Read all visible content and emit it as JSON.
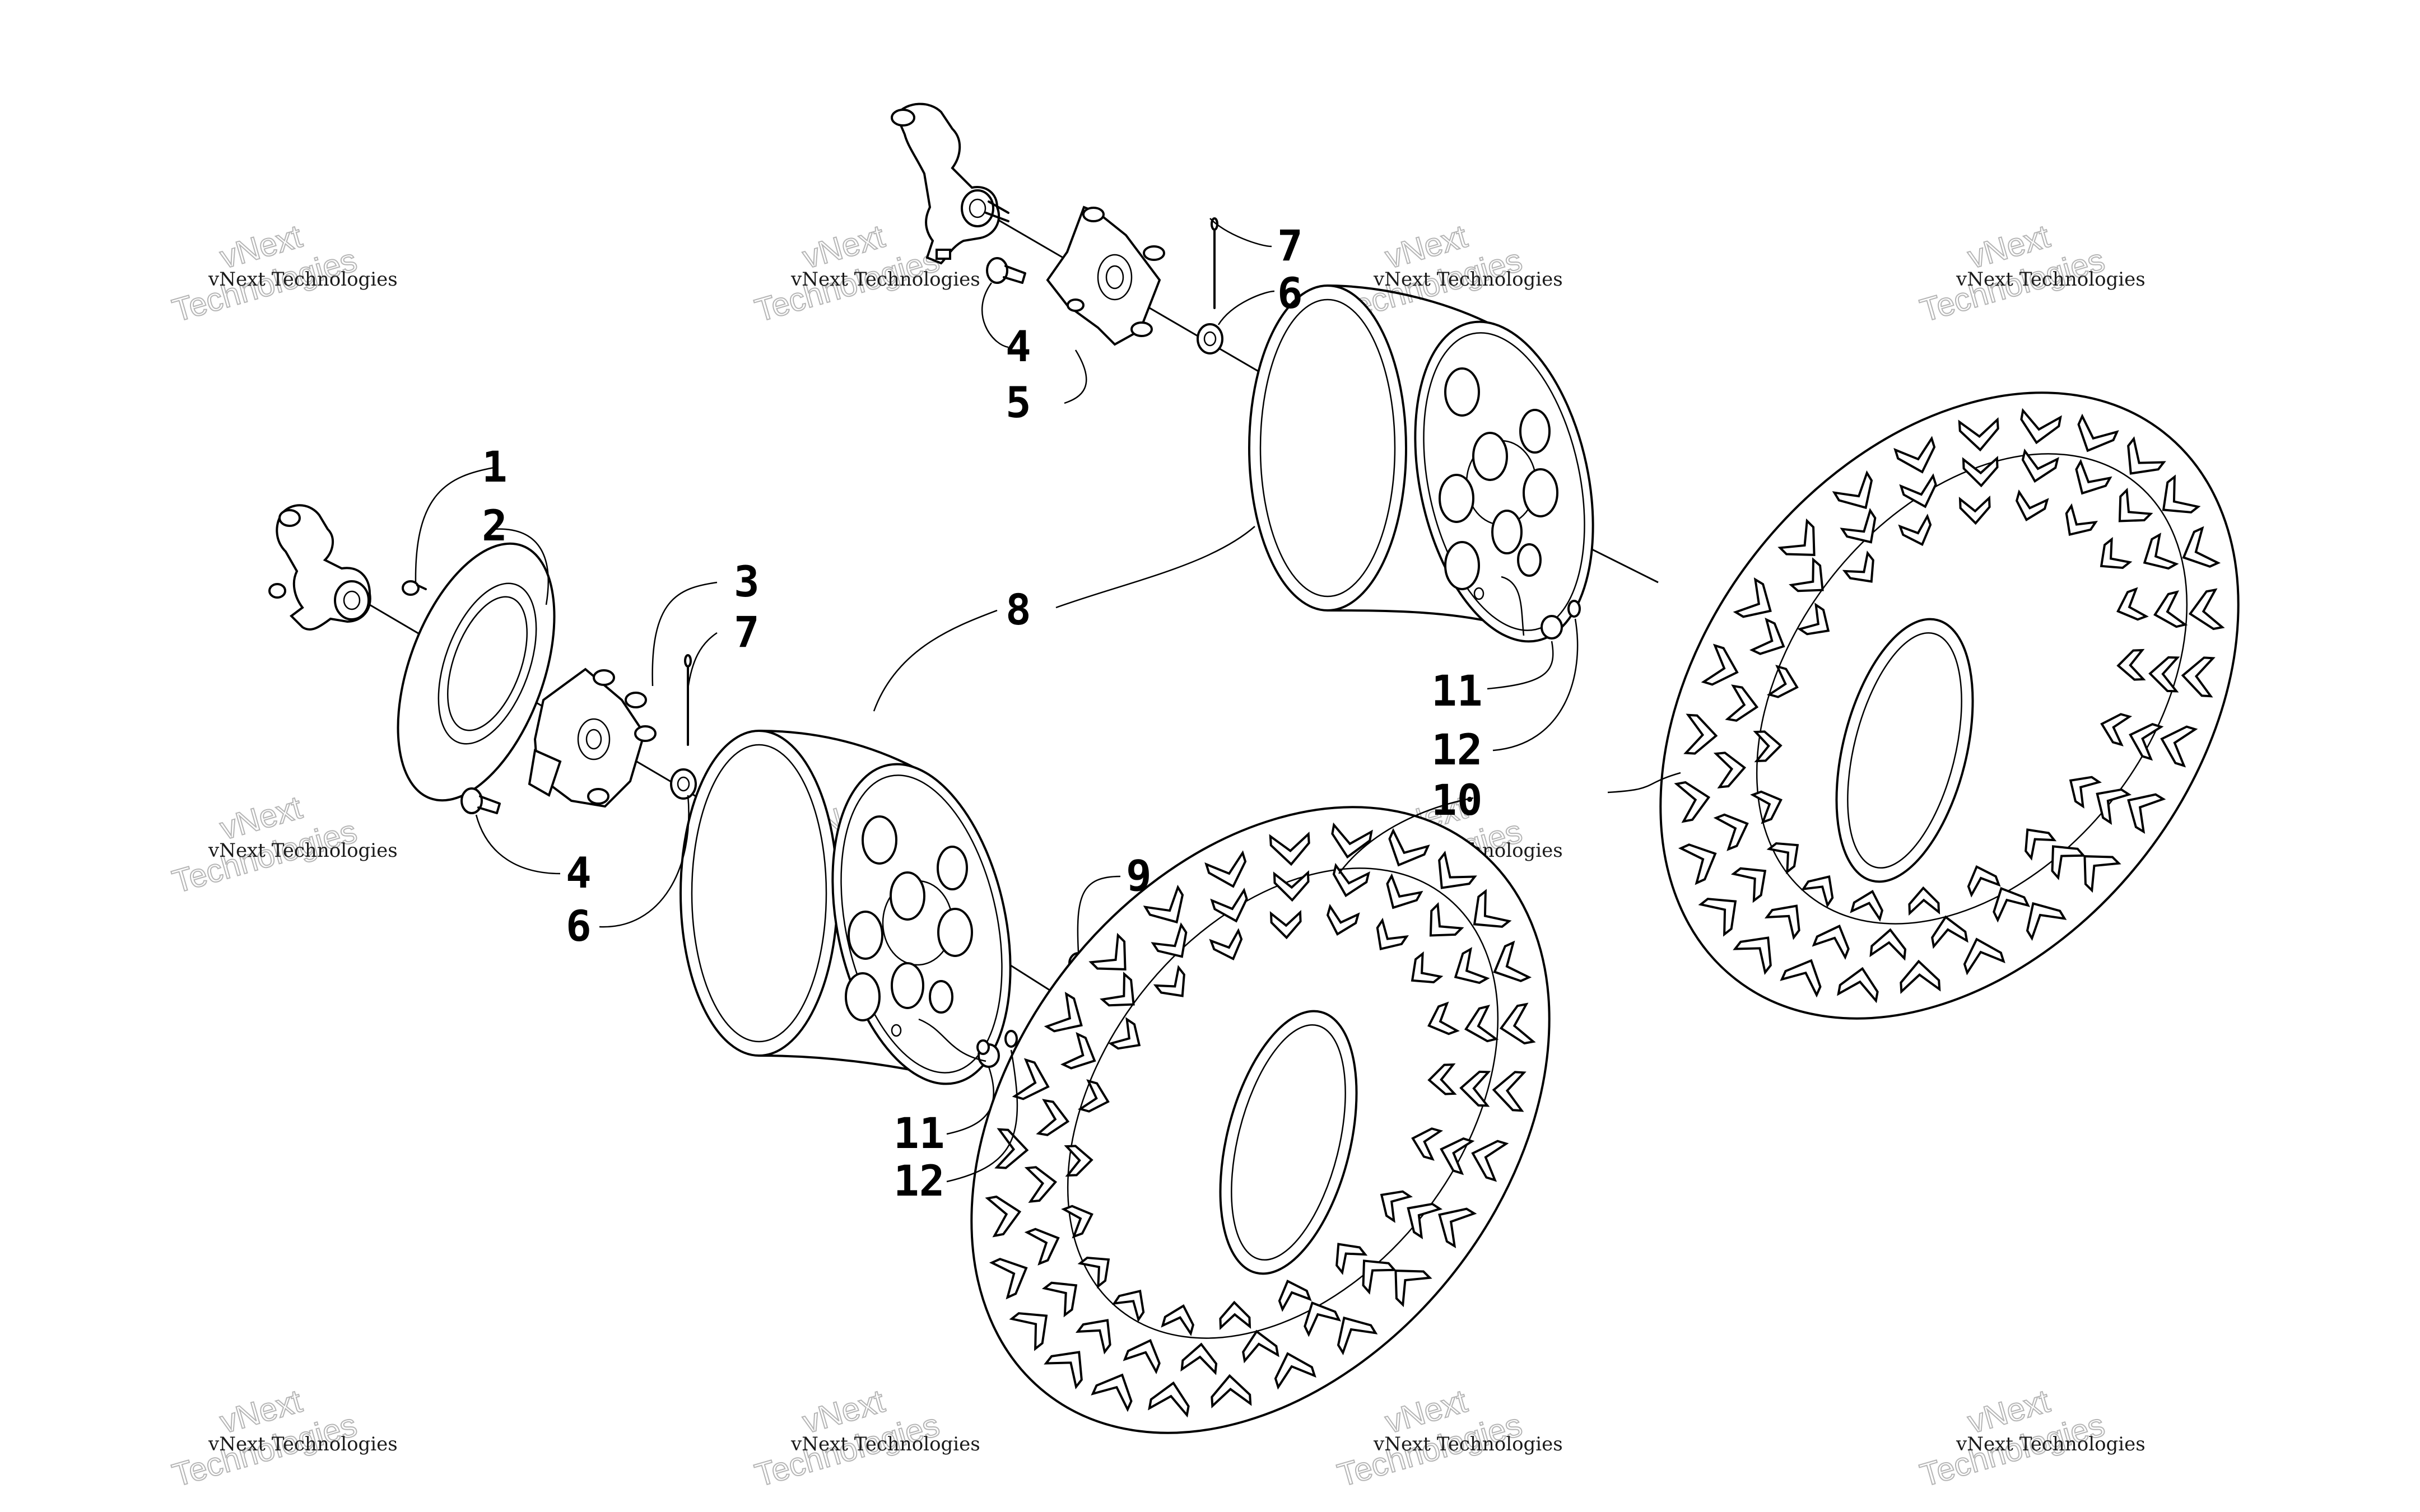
{
  "watermark": {
    "line1": "vNext Technologies",
    "line2a": "vNext",
    "line2b": "Technologies"
  },
  "callouts": {
    "c1": "1",
    "c2": "2",
    "c3": "3",
    "c4a": "4",
    "c4b": "4",
    "c5": "5",
    "c6a": "6",
    "c6b": "6",
    "c7a": "7",
    "c7b": "7",
    "c8": "8",
    "c9": "9",
    "c10": "10",
    "c11a": "11",
    "c11b": "11",
    "c12a": "12",
    "c12b": "12"
  }
}
